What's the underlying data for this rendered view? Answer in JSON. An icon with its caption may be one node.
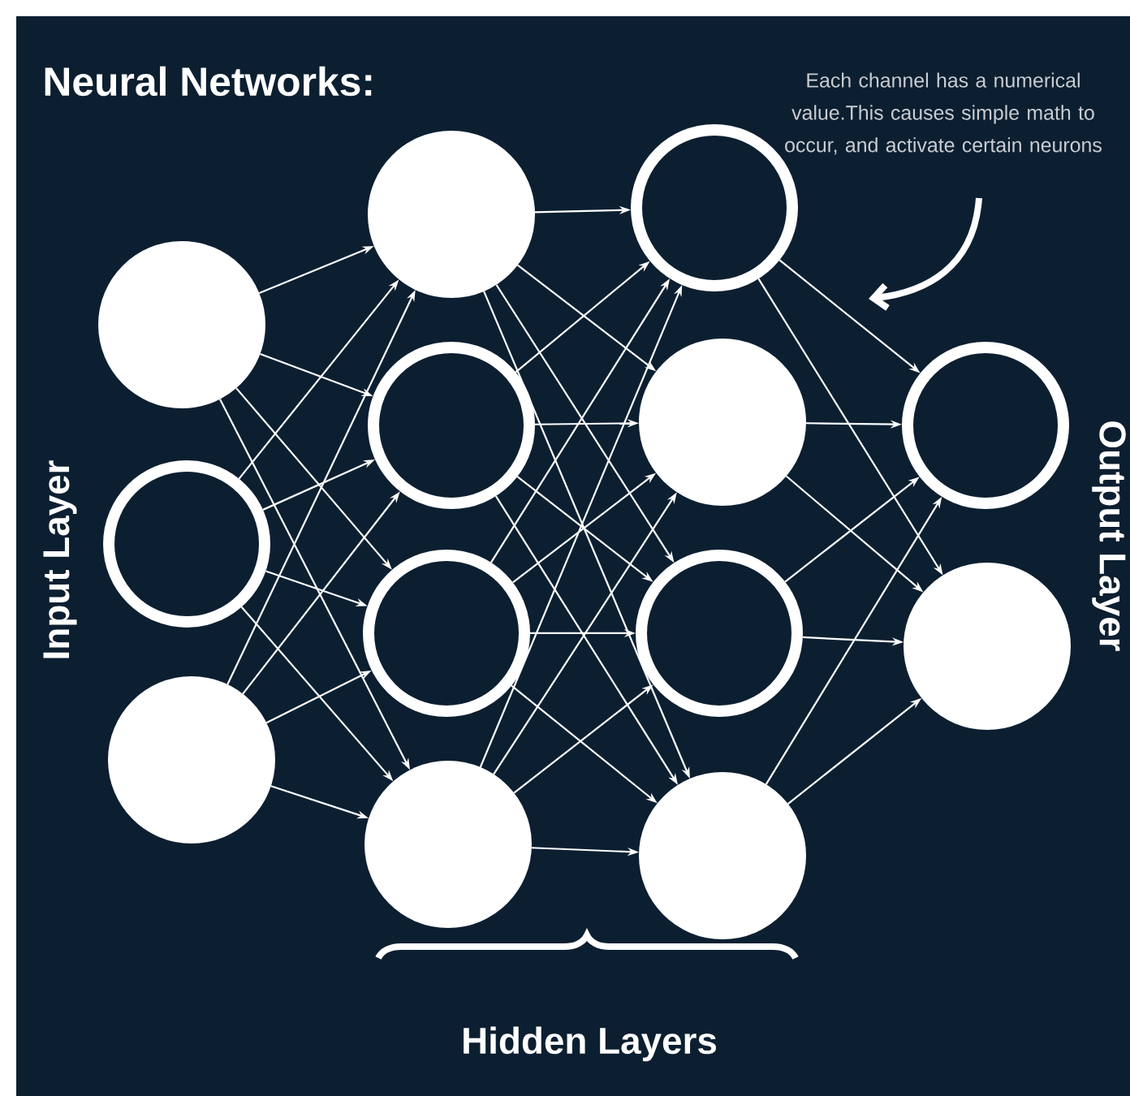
{
  "diagram": {
    "title": "Neural Networks:",
    "nodes": [
      {
        "text": [],
        "shape": "circle"
      },
      {
        "text": [],
        "shape": "circle"
      },
      {
        "text": [],
        "shape": "circle"
      },
      {
        "text": [],
        "shape": "circle"
      },
      {
        "text": [],
        "shape": "circle"
      },
      {
        "text": [],
        "shape": "circle"
      },
      {
        "text": [],
        "shape": "circle"
      },
      {
        "text": [],
        "shape": "circle"
      },
      {
        "text": [],
        "shape": "circle"
      },
      {
        "text": [],
        "shape": "circle"
      },
      {
        "text": [],
        "shape": "circle"
      },
      {
        "text": [],
        "shape": "circle"
      },
      {
        "text": [],
        "shape": "circle"
      }
    ],
    "edges": [
      {
        "from": 0,
        "to": 3,
        "arrow": "to"
      },
      {
        "from": 0,
        "to": 4,
        "arrow": "to"
      },
      {
        "from": 0,
        "to": 5,
        "arrow": "to"
      },
      {
        "from": 0,
        "to": 6,
        "arrow": "to"
      },
      {
        "from": 1,
        "to": 3,
        "arrow": "to"
      },
      {
        "from": 1,
        "to": 4,
        "arrow": "to"
      },
      {
        "from": 1,
        "to": 5,
        "arrow": "to"
      },
      {
        "from": 1,
        "to": 6,
        "arrow": "to"
      },
      {
        "from": 2,
        "to": 3,
        "arrow": "to"
      },
      {
        "from": 2,
        "to": 4,
        "arrow": "to"
      },
      {
        "from": 2,
        "to": 5,
        "arrow": "to"
      },
      {
        "from": 2,
        "to": 6,
        "arrow": "to"
      },
      {
        "from": 3,
        "to": 7,
        "arrow": "to"
      },
      {
        "from": 3,
        "to": 8,
        "arrow": "to"
      },
      {
        "from": 3,
        "to": 9,
        "arrow": "to"
      },
      {
        "from": 3,
        "to": 10,
        "arrow": "to"
      },
      {
        "from": 4,
        "to": 7,
        "arrow": "to"
      },
      {
        "from": 4,
        "to": 8,
        "arrow": "to"
      },
      {
        "from": 4,
        "to": 9,
        "arrow": "to"
      },
      {
        "from": 4,
        "to": 10,
        "arrow": "to"
      },
      {
        "from": 5,
        "to": 7,
        "arrow": "to"
      },
      {
        "from": 5,
        "to": 8,
        "arrow": "to"
      },
      {
        "from": 5,
        "to": 9,
        "arrow": "to"
      },
      {
        "from": 5,
        "to": 10,
        "arrow": "to"
      },
      {
        "from": 6,
        "to": 7,
        "arrow": "to"
      },
      {
        "from": 6,
        "to": 8,
        "arrow": "to"
      },
      {
        "from": 6,
        "to": 9,
        "arrow": "to"
      },
      {
        "from": 6,
        "to": 10,
        "arrow": "to"
      },
      {
        "from": 7,
        "to": 11,
        "arrow": "to"
      },
      {
        "from": 7,
        "to": 12,
        "arrow": "to"
      },
      {
        "from": 8,
        "to": 11,
        "arrow": "to"
      },
      {
        "from": 8,
        "to": 12,
        "arrow": "to"
      },
      {
        "from": 9,
        "to": 11,
        "arrow": "to"
      },
      {
        "from": 9,
        "to": 12,
        "arrow": "to"
      },
      {
        "from": 10,
        "to": 11,
        "arrow": "to"
      },
      {
        "from": 10,
        "to": 12,
        "arrow": "to"
      }
    ],
    "labels": [
      "Each channel has a numerical value.This causes simple math to occur, and activate certain neurons",
      "Input Layer",
      "Output Layer",
      "Hidden Layers"
    ]
  }
}
